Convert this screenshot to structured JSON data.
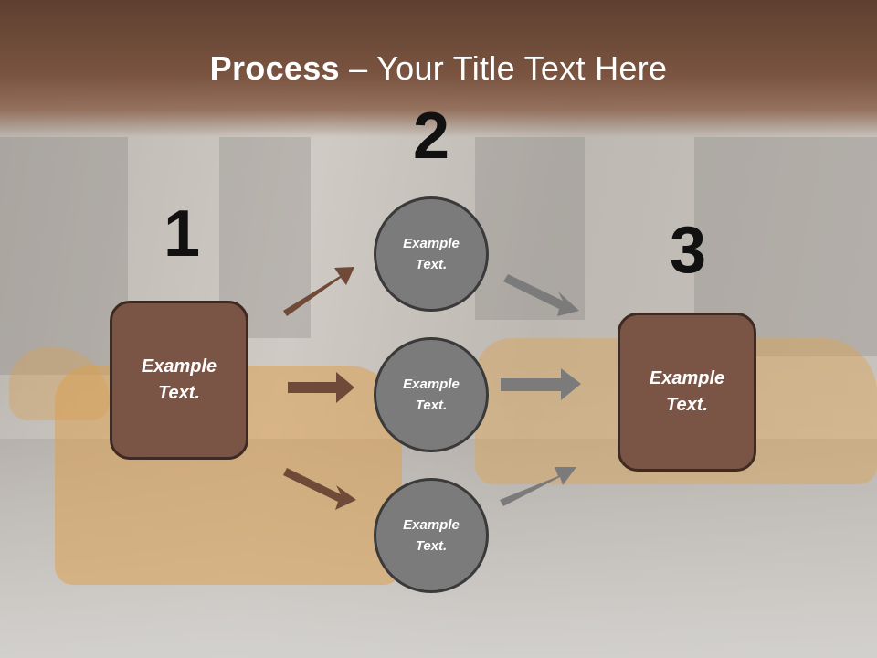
{
  "title": {
    "bold": "Process",
    "rest": " – Your Title Text Here"
  },
  "steps": {
    "n1": "1",
    "n2": "2",
    "n3": "3"
  },
  "boxes": {
    "left": {
      "line1": "Example",
      "line2": "Text."
    },
    "right": {
      "line1": "Example",
      "line2": "Text."
    }
  },
  "circles": [
    {
      "line1": "Example",
      "line2": "Text."
    },
    {
      "line1": "Example",
      "line2": "Text."
    },
    {
      "line1": "Example",
      "line2": "Text."
    }
  ],
  "colors": {
    "header": "#6b4736",
    "box_fill": "#7a5444",
    "box_border": "#3f2a22",
    "circle_fill": "#7b7b7b",
    "arrow_brown": "#6f4a38",
    "arrow_gray": "#7b7b7b"
  }
}
